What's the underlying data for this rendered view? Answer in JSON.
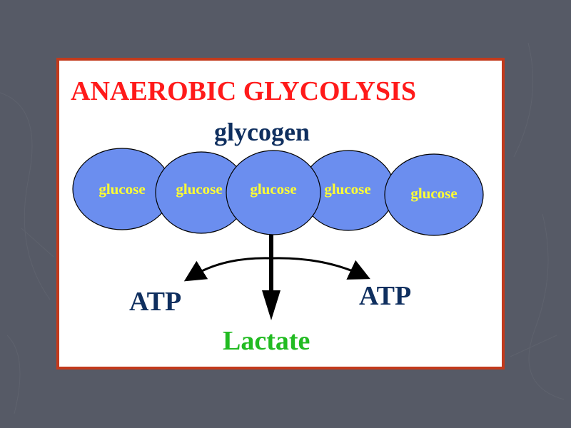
{
  "title": "ANAEROBIC GLYCOLYSIS",
  "glycogen_label": "glycogen",
  "glucose_units": [
    "glucose",
    "glucose",
    "glucose",
    "glucose",
    "glucose"
  ],
  "atp_left": "ATP",
  "atp_right": "ATP",
  "product": "Lactate",
  "colors": {
    "title": "#ff1a1a",
    "glycogen": "#0f2f5f",
    "glucose_fill": "#6b8eef",
    "glucose_text": "#ffff33",
    "atp": "#0f2f5f",
    "product": "#22bb22",
    "frame_border": "#c23a1c",
    "slide_background": "#565a66"
  }
}
